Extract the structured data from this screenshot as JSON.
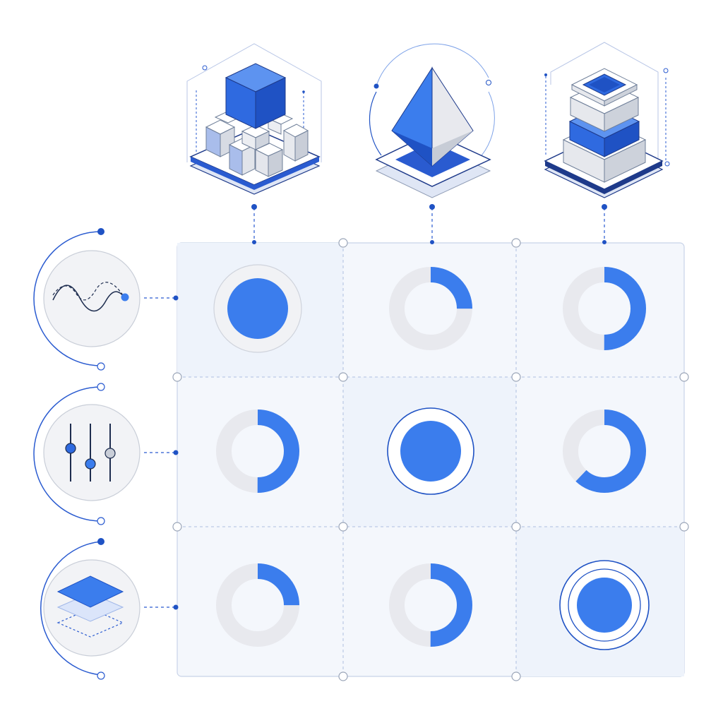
{
  "colors": {
    "accent": "#3b7ded",
    "accent_dark": "#1f52c4",
    "navy": "#1e3a8a",
    "track": "#e8e9ee",
    "grid_bg": "#f4f7fc",
    "grid_line": "#c8d3e8",
    "connector": "#2a5bd0"
  },
  "columns": [
    {
      "icon": "stacked-cubes-icon"
    },
    {
      "icon": "crystal-octahedron-icon"
    },
    {
      "icon": "layered-block-stack-icon"
    }
  ],
  "rows": [
    {
      "icon": "waveform-icon"
    },
    {
      "icon": "sliders-icon"
    },
    {
      "icon": "layers-icon"
    }
  ],
  "matrix": [
    [
      {
        "style": "full",
        "fill": 1.0
      },
      {
        "style": "ring",
        "fill": 0.25
      },
      {
        "style": "ring",
        "fill": 0.5
      }
    ],
    [
      {
        "style": "ring",
        "fill": 0.5
      },
      {
        "style": "full-outlined",
        "fill": 1.0
      },
      {
        "style": "ring",
        "fill": 0.62
      }
    ],
    [
      {
        "style": "ring",
        "fill": 0.25
      },
      {
        "style": "ring",
        "fill": 0.5
      },
      {
        "style": "full-double-outlined",
        "fill": 1.0
      }
    ]
  ]
}
